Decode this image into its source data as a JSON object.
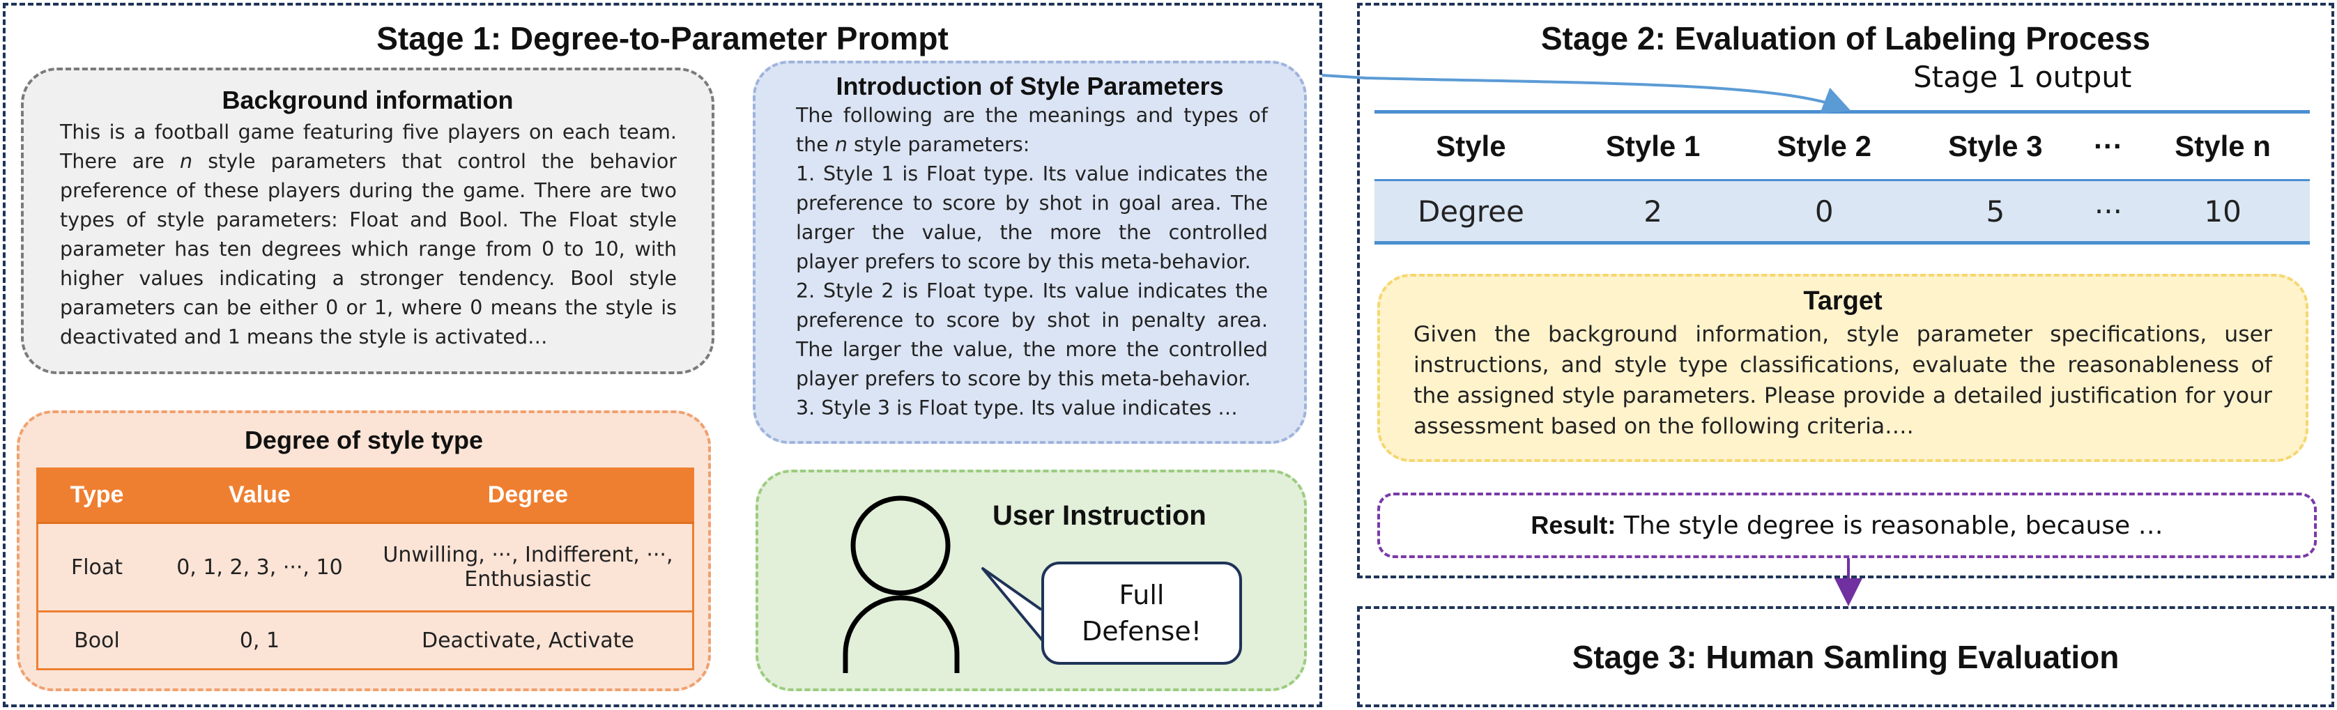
{
  "stage1": {
    "title": "Stage 1: Degree-to-Parameter Prompt",
    "background": {
      "title": "Background information",
      "text_before_n": "This is a football game featuring five players on each team. There are ",
      "n": "n",
      "text_after_n": " style parameters that control the behavior preference of these players during the game. There are two types of style parameters: Float and Bool. The Float style parameter has ten degrees which range from 0 to 10, with higher values indicating a stronger tendency. Bool style parameters can be either 0 or 1, where 0 means the style is deactivated and 1 means the style is activated…"
    },
    "intro": {
      "title": "Introduction of Style Parameters",
      "line1_before_n": "The following are the meanings and types of the ",
      "n": "n",
      "line1_after_n": " style parameters:",
      "item1": "1. Style 1 is Float type. Its value indicates the preference to score by shot in goal area. The larger the value, the more the controlled player prefers to score by this meta-behavior.",
      "item2": "2. Style 2 is Float type. Its value indicates the preference to score by shot in penalty area. The larger the value, the more the controlled player prefers to score by this meta-behavior.",
      "item3": "3. Style 3 is Float type. Its value indicates …"
    },
    "degree_table": {
      "title": "Degree of style type",
      "headers": [
        "Type",
        "Value",
        "Degree"
      ],
      "rows": [
        [
          "Float",
          "0, 1, 2, 3, ···, 10",
          "Unwilling, ···, Indifferent, ···, Enthusiastic"
        ],
        [
          "Bool",
          "0, 1",
          "Deactivate, Activate"
        ]
      ]
    },
    "user_instruction": {
      "title": "User Instruction",
      "speech": "Full Defense!",
      "icon": "person-icon"
    }
  },
  "stage2": {
    "title": "Stage 2: Evaluation of Labeling Process",
    "output_label": "Stage 1 output",
    "style_table": {
      "headers": [
        "Style",
        "Style 1",
        "Style 2",
        "Style 3",
        "···",
        "Style n"
      ],
      "row": [
        "Degree",
        "2",
        "0",
        "5",
        "···",
        "10"
      ]
    },
    "target": {
      "title": "Target",
      "text": "Given the background information, style parameter specifications, user instructions, and style type classifications, evaluate the reasonableness of the assigned style parameters. Please provide a detailed justification for your assessment based on the following criteria…."
    },
    "result": {
      "label": "Result:",
      "text": " The style degree is reasonable, because …"
    }
  },
  "stage3": {
    "title": "Stage 3: Human Samling Evaluation"
  },
  "colors": {
    "stage_border": "#1f3358",
    "orange": "#ef7f30",
    "blue_line": "#4a8fd0",
    "arrow_blue": "#5b9bd5",
    "arrow_purple": "#7030a0"
  }
}
